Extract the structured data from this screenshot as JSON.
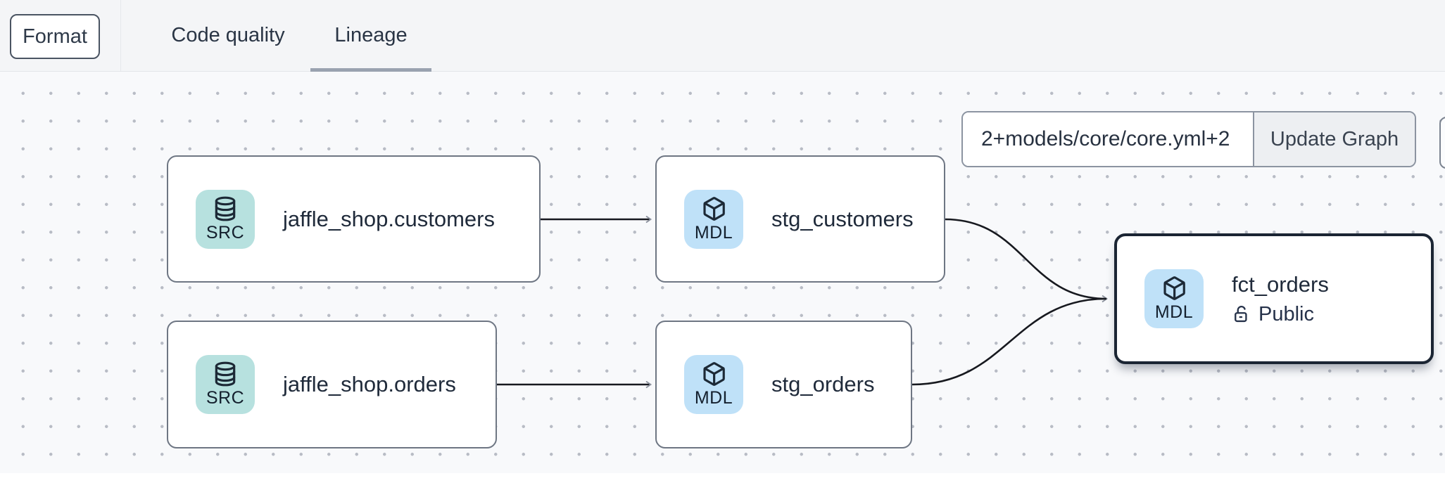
{
  "header": {
    "format_label": "Format",
    "tabs": [
      {
        "label": "Code quality",
        "active": false
      },
      {
        "label": "Lineage",
        "active": true
      }
    ]
  },
  "graph_toolbar": {
    "selector_value": "2+models/core/core.yml+2",
    "update_button_label": "Update Graph"
  },
  "nodes": [
    {
      "id": "source-jaffle-shop-customers",
      "badge": "SRC",
      "icon": "database-icon",
      "label": "jaffle_shop.customers",
      "type": "source",
      "selected": false
    },
    {
      "id": "model-stg-customers",
      "badge": "MDL",
      "icon": "cube-icon",
      "label": "stg_customers",
      "type": "model",
      "selected": false
    },
    {
      "id": "source-jaffle-shop-orders",
      "badge": "SRC",
      "icon": "database-icon",
      "label": "jaffle_shop.orders",
      "type": "source",
      "selected": false
    },
    {
      "id": "model-stg-orders",
      "badge": "MDL",
      "icon": "cube-icon",
      "label": "stg_orders",
      "type": "model",
      "selected": false
    },
    {
      "id": "model-fct-orders",
      "badge": "MDL",
      "icon": "cube-icon",
      "label": "fct_orders",
      "type": "model",
      "selected": true,
      "access": "Public",
      "access_icon": "unlock-icon"
    }
  ],
  "edges": [
    {
      "from": "source-jaffle-shop-customers",
      "to": "model-stg-customers"
    },
    {
      "from": "source-jaffle-shop-orders",
      "to": "model-stg-orders"
    },
    {
      "from": "model-stg-customers",
      "to": "model-fct-orders"
    },
    {
      "from": "model-stg-orders",
      "to": "model-fct-orders"
    }
  ],
  "colors": {
    "src_badge": "#b7e1df",
    "mdl_badge": "#bfe1f8",
    "node_border": "#6e7683",
    "selected_node_border": "#1b2533",
    "edge": "#17191f",
    "arrowhead": "#8b919d",
    "tab_underline": "#9aa2b0",
    "canvas_dot": "#b8bcc5"
  }
}
